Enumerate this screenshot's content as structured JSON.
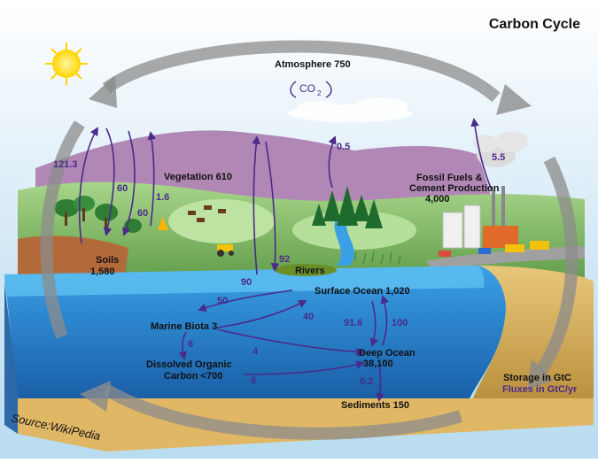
{
  "title": "Carbon Cycle",
  "source": "Source:WikiPedia",
  "stores": {
    "atmosphere": "Atmosphere 750",
    "vegetation": "Vegetation 610",
    "soils_1": "Soils",
    "soils_2": "1,580",
    "fossil_1": "Fossil Fuels &",
    "fossil_2": "Cement Production",
    "fossil_3": "4,000",
    "rivers": "Rivers",
    "surface_ocean": "Surface Ocean 1,020",
    "marine_biota": "Marine Biota 3",
    "doc_1": "Dissolved Organic",
    "doc_2": "Carbon <700",
    "deep_ocean_1": "Deep Ocean",
    "deep_ocean_2": "38,100",
    "sediments": "Sediments 150"
  },
  "co2": {
    "main": "CO",
    "sub": "2"
  },
  "fluxes": {
    "f121": "121.3",
    "f60a": "60",
    "f60b": "60",
    "f16": "1.6",
    "f05": "0.5",
    "f55": "5.5",
    "f90": "90",
    "f92": "92",
    "f50": "50",
    "f40": "40",
    "f916": "91.6",
    "f100": "100",
    "f6a": "6",
    "f4": "4",
    "f6b": "6",
    "f02": "0.2"
  },
  "legend": {
    "storage": "Storage in GtC",
    "fluxes": "Fluxes in GtC/yr"
  },
  "colors": {
    "flux_arrow": "#4a2a8a",
    "sky": "#cfe6f5",
    "mountain": "#b187b6",
    "ocean": "#2f8fd8",
    "deep_ocean": "#1e6fb8",
    "land": "#7fb76a",
    "cycle_arrow": "#8c8c8c"
  }
}
